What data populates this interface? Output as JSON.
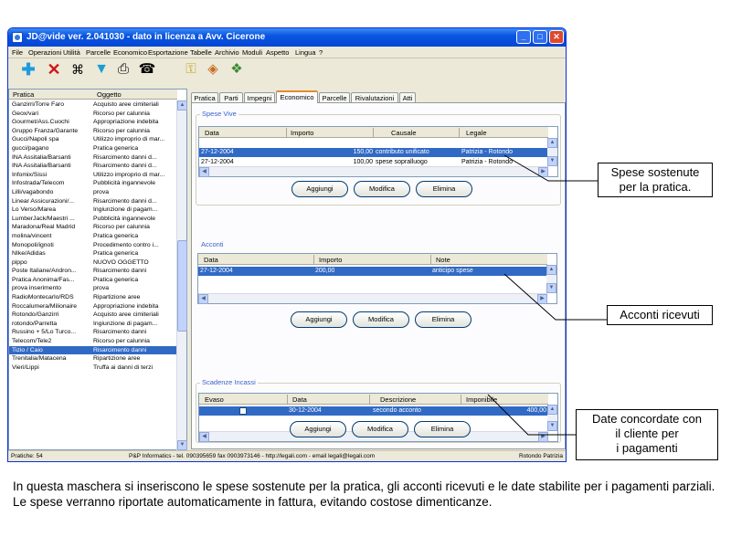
{
  "window": {
    "title": "JD@vide ver. 2.041030 - dato in licenza a Avv. Cicerone"
  },
  "menu": [
    "File",
    "Operazioni",
    "Utilità",
    "Parcelle",
    "Economico",
    "Esportazione",
    "Tabelle",
    "Archivio",
    "Moduli",
    "Aspetto",
    "Lingua",
    "?"
  ],
  "toolbar_icons": [
    "plus-icon",
    "x-icon",
    "binoculars-icon",
    "filter-icon",
    "printer-icon",
    "phone-icon",
    "keys-icon",
    "tag-icon",
    "money-icon"
  ],
  "left_panel": {
    "headers": [
      "Pratica",
      "Oggetto"
    ],
    "rows": [
      {
        "pratica": "Ganzirri/Torre Faro",
        "oggetto": "Acquisto aree cimiteriali"
      },
      {
        "pratica": "Geox/vari",
        "oggetto": "Ricorso per calunnia"
      },
      {
        "pratica": "Gourmet/Ass.Cuochi",
        "oggetto": "Appropriazione indebita"
      },
      {
        "pratica": "Gruppo Franza/Garante",
        "oggetto": "Ricorso per calunnia"
      },
      {
        "pratica": "Gucci/Napoli spa",
        "oggetto": "Utilizzo improprio di mar..."
      },
      {
        "pratica": "gucci/pagano",
        "oggetto": "Pratica generica"
      },
      {
        "pratica": "INA Assitalia/Barsanti",
        "oggetto": "Risarcimento danni d..."
      },
      {
        "pratica": "INA Assitalia/Barsanti",
        "oggetto": "Risarcimento danni d..."
      },
      {
        "pratica": "Infomix/Sissi",
        "oggetto": "Utilizzo improprio di mar..."
      },
      {
        "pratica": "Infostrada/Telecom",
        "oggetto": "Pubblicità ingannevole"
      },
      {
        "pratica": "Lilli/vagabondo",
        "oggetto": "prova"
      },
      {
        "pratica": "Linear Assicurazioni/...",
        "oggetto": "Risarcimento danni d..."
      },
      {
        "pratica": "Lo Verso/Marea",
        "oggetto": "Ingiunzione di pagam..."
      },
      {
        "pratica": "LumberJack/Maestri ...",
        "oggetto": "Pubblicità ingannevole"
      },
      {
        "pratica": "Maradona/Real Madrid",
        "oggetto": "Ricorso per calunnia"
      },
      {
        "pratica": "molina/vincent",
        "oggetto": "Pratica generica"
      },
      {
        "pratica": "Monopoli/ignoti",
        "oggetto": "Procedimento contro i..."
      },
      {
        "pratica": "NIke/Adidas",
        "oggetto": "Pratica generica"
      },
      {
        "pratica": "pippo",
        "oggetto": "NUOVO OGGETTO"
      },
      {
        "pratica": "Poste Italiane/Andron...",
        "oggetto": "Risarcimento danni"
      },
      {
        "pratica": "Pratica Anonima/Fas...",
        "oggetto": "Pratica generica"
      },
      {
        "pratica": "prova inserimento",
        "oggetto": "prova"
      },
      {
        "pratica": "RadioMontecarlo/RDS",
        "oggetto": "Ripartizione aree"
      },
      {
        "pratica": "Roccalumera/Milionaire",
        "oggetto": "Appropriazione indebita"
      },
      {
        "pratica": "Rotondo/Ganzirri",
        "oggetto": "Acquisto aree cimiteriali"
      },
      {
        "pratica": "rotondo/Parretta",
        "oggetto": "Ingiunzione di pagam..."
      },
      {
        "pratica": "Russino + 5/Lo Turco...",
        "oggetto": "Risarcimento danni"
      },
      {
        "pratica": "Telecom/Tele2",
        "oggetto": "Ricorso per calunnia"
      },
      {
        "pratica": "Tizio / Caio",
        "oggetto": "Risarcimento danni"
      },
      {
        "pratica": "Trenitalia/Matacena",
        "oggetto": "Ripartizione aree"
      },
      {
        "pratica": "Vieri/Lippi",
        "oggetto": "Truffa ai danni di terzi"
      }
    ],
    "selected_index": 28
  },
  "tabs": [
    "Pratica",
    "Parti",
    "Impegni",
    "Economico",
    "Parcelle",
    "Rivalutazioni",
    "Atti"
  ],
  "active_tab": "Economico",
  "spese_vive": {
    "label": "Spese Vive",
    "headers": [
      "Data",
      "Importo",
      "Causale",
      "Legale"
    ],
    "rows": [
      {
        "data": "27-12-2004",
        "importo": "150,00",
        "causale": "contributo unificato",
        "legale": "Patrizia - Rotondo"
      },
      {
        "data": "27-12-2004",
        "importo": "100,00",
        "causale": "spese sopralluogo",
        "legale": "Patrizia - Rotondo"
      }
    ]
  },
  "acconti": {
    "label": "Acconti",
    "headers": [
      "Data",
      "Importo",
      "Note"
    ],
    "rows": [
      {
        "data": "27-12-2004",
        "importo": "200,00",
        "note": "anticipo spese"
      }
    ]
  },
  "scadenze": {
    "label": "Scadenze Incassi",
    "headers": [
      "Evaso",
      "Data",
      "Descrizione",
      "Imponibile"
    ],
    "rows": [
      {
        "evaso": false,
        "data": "30-12-2004",
        "descrizione": "secondo acconto",
        "imponibile": "400,00"
      }
    ]
  },
  "buttons": {
    "aggiungi": "Aggiungi",
    "modifica": "Modifica",
    "elimina": "Elimina"
  },
  "statusbar": {
    "count": "Pratiche: 54",
    "info": "P&P Informatics - tel. 090395659 fax 0903973146 - http://legali.com - email legali@legali.com",
    "user": "Rotondo Patrizia"
  },
  "callouts": {
    "spese": [
      "Spese sostenute",
      "per la pratica."
    ],
    "acconti": [
      "Acconti ricevuti"
    ],
    "date": [
      "Date concordate con",
      "il cliente per",
      "i pagamenti"
    ]
  },
  "caption": "In questa maschera si inseriscono le spese sostenute per la pratica, gli acconti ricevuti e le date stabilite per i pagamenti parziali. Le spese verranno riportate automaticamente in fattura, evitando costose dimenticanze."
}
